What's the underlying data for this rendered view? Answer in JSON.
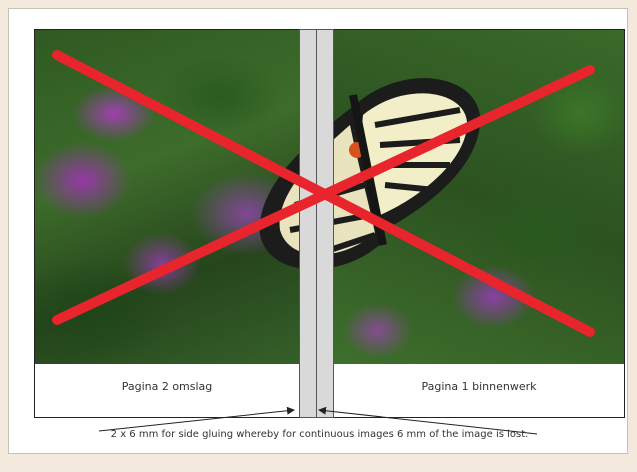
{
  "labels": {
    "left_page": "Pagina 2 omslag",
    "right_page": "Pagina 1 binnenwerk"
  },
  "caption": "2 x 6 mm for side gluing whereby for continuous images 6 mm of the image is lost.",
  "colors": {
    "cross": "#e8242c",
    "gutter": "#d9d9d9",
    "page_background": "#f3e9dc"
  },
  "icons": {
    "photo": "butterfly-on-purple-flowers",
    "cross": "red-x-mark"
  }
}
